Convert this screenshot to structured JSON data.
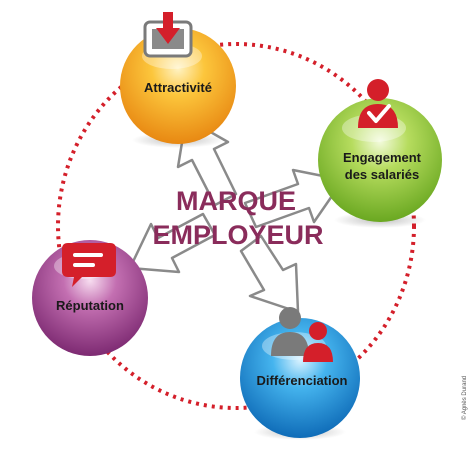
{
  "title": {
    "line1": "MARQUE",
    "line2": "EMPLOYEUR"
  },
  "nodes": [
    {
      "key": "attractivite",
      "label_lines": [
        "Attractivité"
      ],
      "icon": "download-box-icon",
      "color": "#f2a51f"
    },
    {
      "key": "engagement",
      "label_lines": [
        "Engagement",
        "des salariés"
      ],
      "icon": "person-check-icon",
      "color": "#8cc63f"
    },
    {
      "key": "differenciation",
      "label_lines": [
        "Différenciation"
      ],
      "icon": "two-people-icon",
      "color": "#1f8dd6"
    },
    {
      "key": "reputation",
      "label_lines": [
        "Réputation"
      ],
      "icon": "speech-bubble-icon",
      "color": "#a2418f"
    }
  ],
  "credit": "© Agnès Durand",
  "colors": {
    "accent_red": "#d41f2a",
    "title": "#8a2c5b",
    "arrow_fill": "#ffffff",
    "arrow_stroke": "#8a8a8a"
  }
}
